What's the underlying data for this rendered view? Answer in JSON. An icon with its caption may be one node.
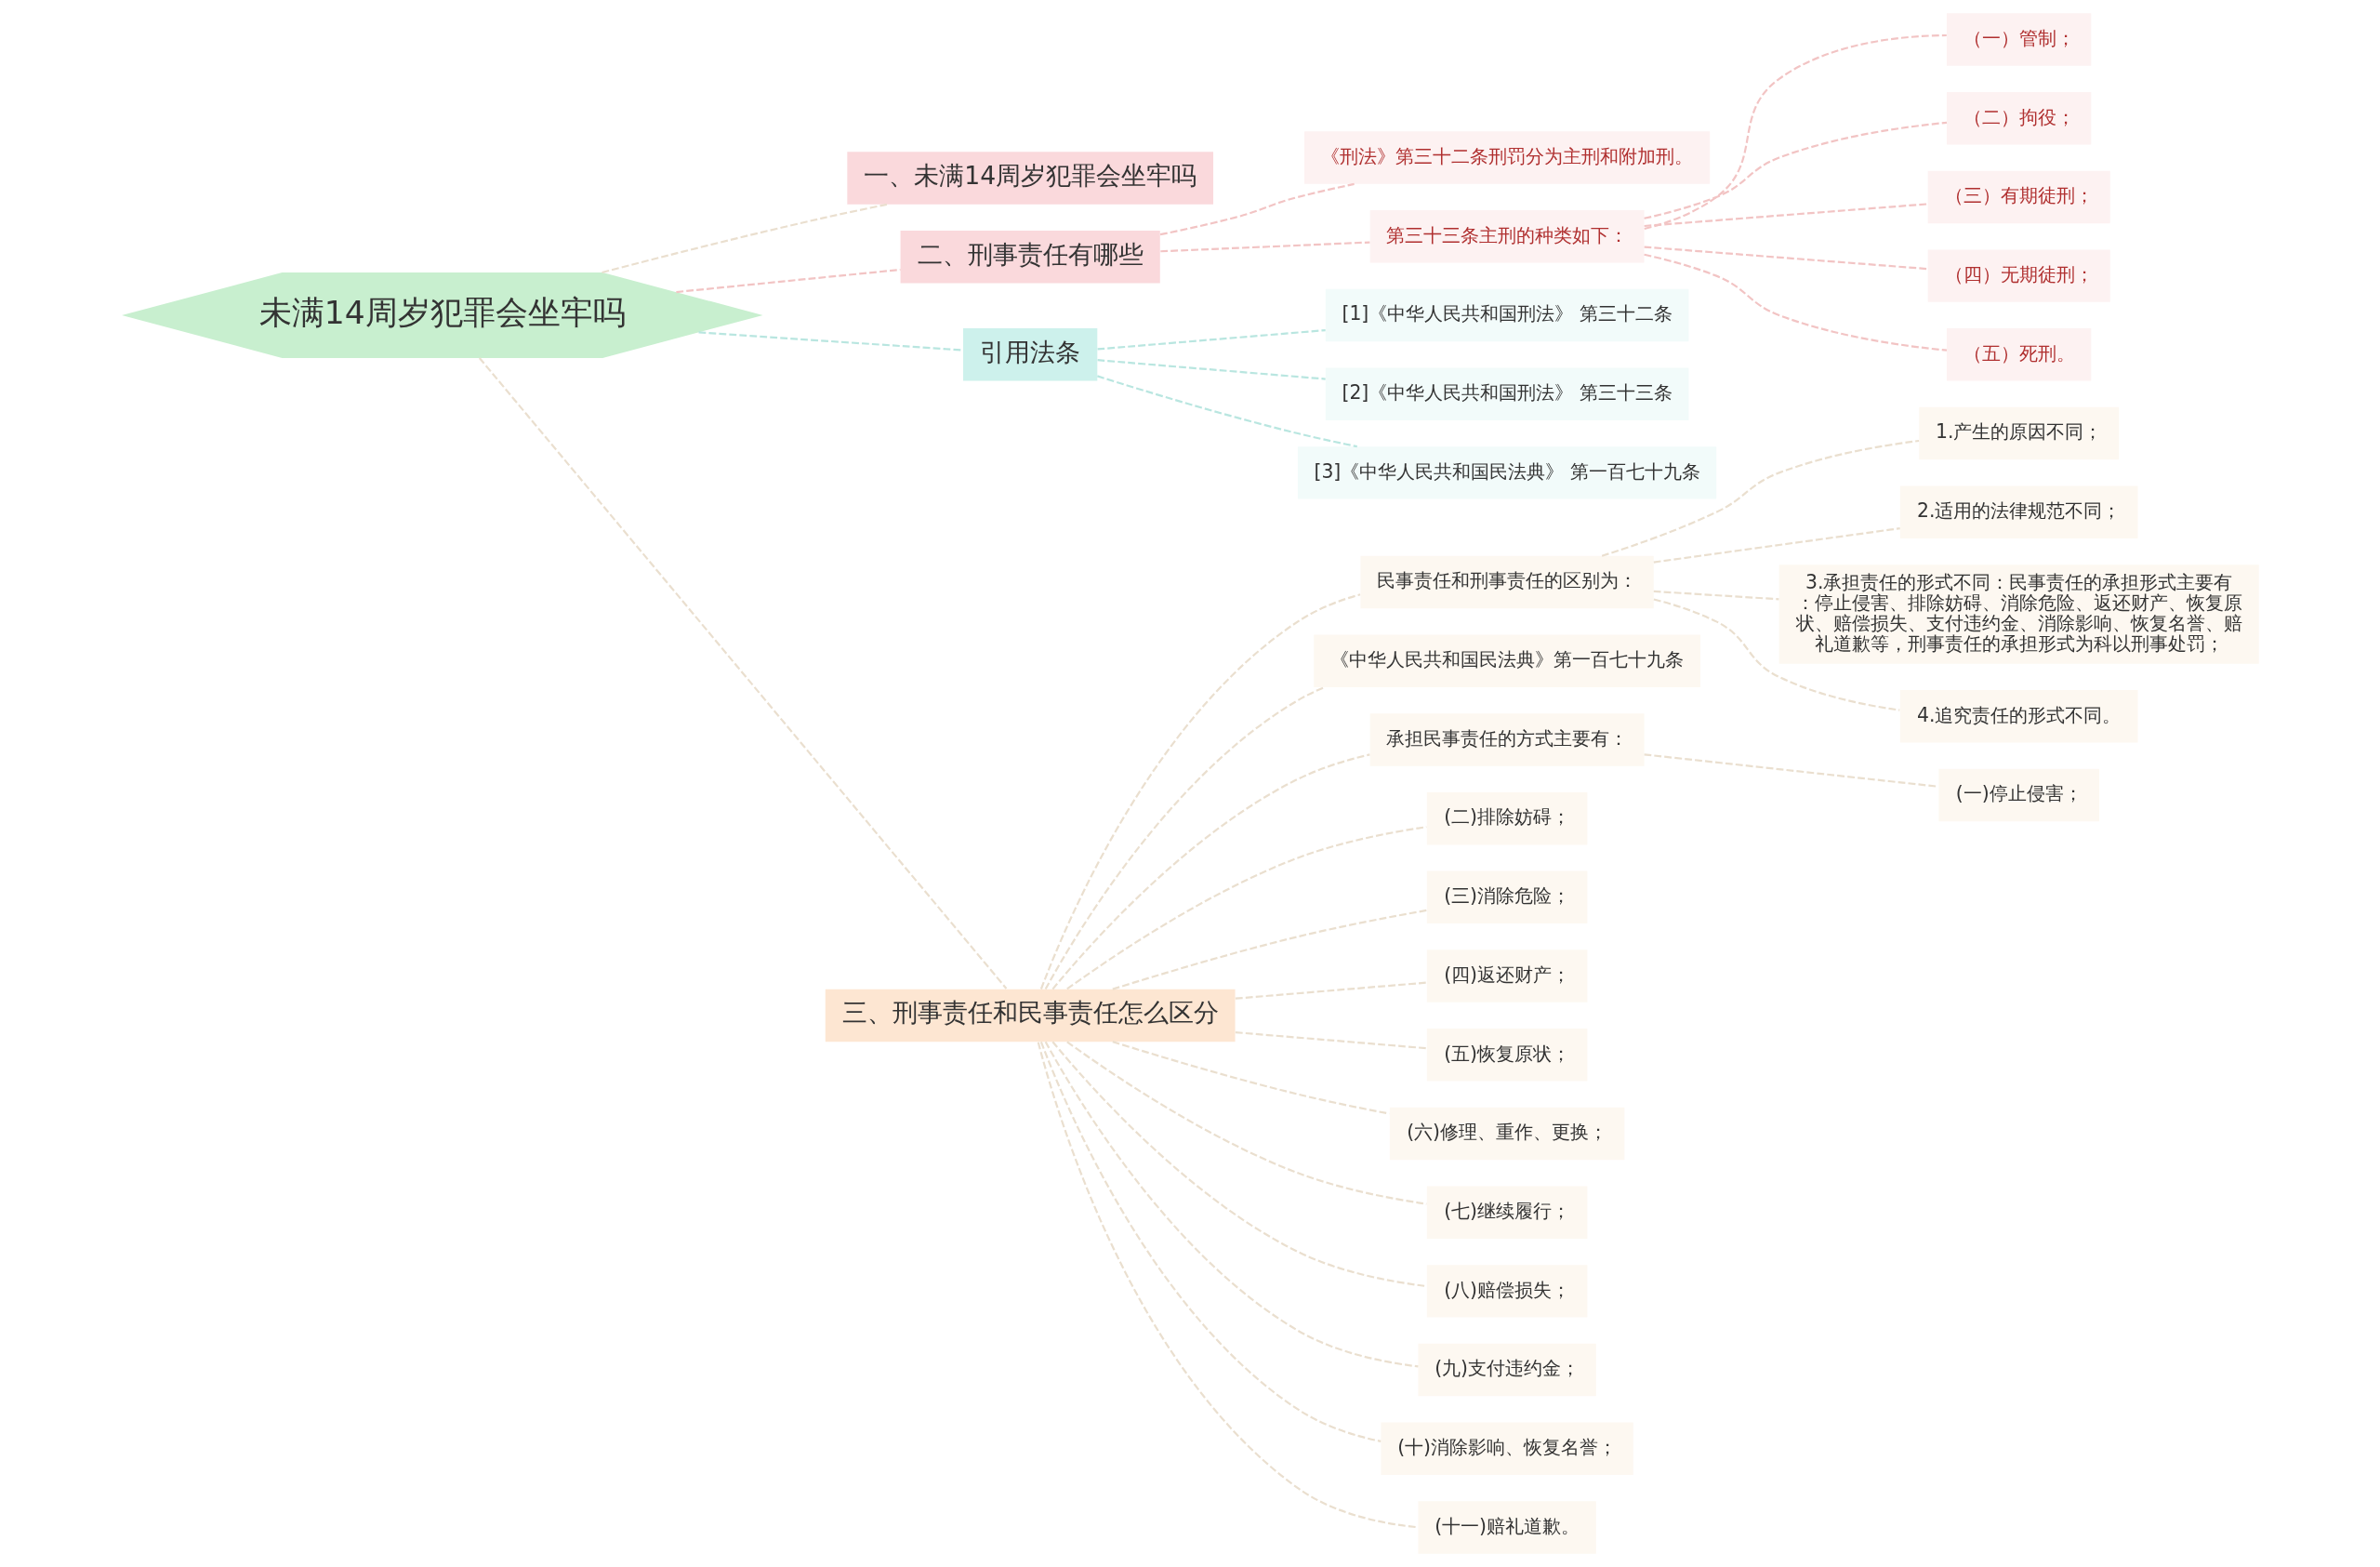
{
  "diagram": {
    "nodes": [
      {
        "text": [
          "未满14周岁犯罪会坐牢吗"
        ]
      },
      {
        "text": [
          "一、未满14周岁犯罪会坐牢吗"
        ]
      },
      {
        "text": [
          "二、刑事责任有哪些"
        ]
      },
      {
        "text": [
          "《刑法》第三十二条刑罚分为主刑和附加刑。"
        ]
      },
      {
        "text": [
          "第三十三条主刑的种类如下："
        ]
      },
      {
        "text": [
          "（一）管制；"
        ]
      },
      {
        "text": [
          "（二）拘役；"
        ]
      },
      {
        "text": [
          "（三）有期徒刑；"
        ]
      },
      {
        "text": [
          "（四）无期徒刑；"
        ]
      },
      {
        "text": [
          "（五）死刑。"
        ]
      },
      {
        "text": [
          "引用法条"
        ]
      },
      {
        "text": [
          "[1]《中华人民共和国刑法》 第三十二条"
        ]
      },
      {
        "text": [
          "[2]《中华人民共和国刑法》 第三十三条"
        ]
      },
      {
        "text": [
          "[3]《中华人民共和国民法典》 第一百七十九条"
        ]
      },
      {
        "text": [
          "三、刑事责任和民事责任怎么区分"
        ]
      },
      {
        "text": [
          "民事责任和刑事责任的区别为："
        ]
      },
      {
        "text": [
          "1.产生的原因不同；"
        ]
      },
      {
        "text": [
          "2.适用的法律规范不同；"
        ]
      },
      {
        "text": [
          "3.承担责任的形式不同：民事责任的承担形式主要有：停止侵害、排除妨碍、消除危险、返还财产、恢复原状、赔偿损失、支付违约金、消除影响、恢复名誉、赔礼道歉等，刑事责任的承担形式为科以刑事处罚；"
        ]
      },
      {
        "text": [
          "4.追究责任的形式不同。"
        ]
      },
      {
        "text": [
          "《中华人民共和国民法典》第一百七十九条"
        ]
      },
      {
        "text": [
          "承担民事责任的方式主要有："
        ]
      },
      {
        "text": [
          "(一)停止侵害；"
        ]
      },
      {
        "text": [
          "(二)排除妨碍；"
        ]
      },
      {
        "text": [
          "(三)消除危险；"
        ]
      },
      {
        "text": [
          "(四)返还财产；"
        ]
      },
      {
        "text": [
          "(五)恢复原状；"
        ]
      },
      {
        "text": [
          "(六)修理、重作、更换；"
        ]
      },
      {
        "text": [
          "(七)继续履行；"
        ]
      },
      {
        "text": [
          "(八)赔偿损失；"
        ]
      },
      {
        "text": [
          "(九)支付违约金；"
        ]
      },
      {
        "text": [
          "(十)消除影响、恢复名誉；"
        ]
      },
      {
        "text": [
          "(十一)赔礼道歉。"
        ]
      }
    ],
    "edges": [
      {
        "from": 0,
        "to": 1,
        "arrow": "none",
        "style": "dashed"
      },
      {
        "from": 0,
        "to": 2,
        "arrow": "none",
        "style": "dashed",
        "color": "#f2c4c4"
      },
      {
        "from": 2,
        "to": 3,
        "arrow": "none",
        "style": "dashed",
        "color": "#f2c4c4"
      },
      {
        "from": 2,
        "to": 4,
        "arrow": "none",
        "style": "dashed",
        "color": "#f2c4c4"
      },
      {
        "from": 4,
        "to": 5,
        "arrow": "none",
        "style": "dashed",
        "color": "#f2c4c4"
      },
      {
        "from": 4,
        "to": 6,
        "arrow": "none",
        "style": "dashed",
        "color": "#f2c4c4"
      },
      {
        "from": 4,
        "to": 7,
        "arrow": "none",
        "style": "dashed",
        "color": "#f2c4c4"
      },
      {
        "from": 4,
        "to": 8,
        "arrow": "none",
        "style": "dashed",
        "color": "#f2c4c4"
      },
      {
        "from": 4,
        "to": 9,
        "arrow": "none",
        "style": "dashed",
        "color": "#f2c4c4"
      },
      {
        "from": 0,
        "to": 10,
        "arrow": "none",
        "style": "dashed",
        "color": "#b9e6e0"
      },
      {
        "from": 10,
        "to": 11,
        "arrow": "none",
        "style": "dashed",
        "color": "#b9e6e0"
      },
      {
        "from": 10,
        "to": 12,
        "arrow": "none",
        "style": "dashed",
        "color": "#b9e6e0"
      },
      {
        "from": 10,
        "to": 13,
        "arrow": "none",
        "style": "dashed",
        "color": "#b9e6e0"
      },
      {
        "from": 0,
        "to": 14,
        "arrow": "none",
        "style": "dashed"
      },
      {
        "from": 14,
        "to": 15,
        "arrow": "none",
        "style": "dashed"
      },
      {
        "from": 15,
        "to": 16,
        "arrow": "none",
        "style": "dashed"
      },
      {
        "from": 15,
        "to": 17,
        "arrow": "none",
        "style": "dashed"
      },
      {
        "from": 15,
        "to": 18,
        "arrow": "none",
        "style": "dashed"
      },
      {
        "from": 15,
        "to": 19,
        "arrow": "none",
        "style": "dashed"
      },
      {
        "from": 14,
        "to": 20,
        "arrow": "none",
        "style": "dashed"
      },
      {
        "from": 14,
        "to": 21,
        "arrow": "none",
        "style": "dashed"
      },
      {
        "from": 21,
        "to": 22,
        "arrow": "none",
        "style": "dashed"
      },
      {
        "from": 14,
        "to": 23,
        "arrow": "none",
        "style": "dashed"
      },
      {
        "from": 14,
        "to": 24,
        "arrow": "none",
        "style": "dashed"
      },
      {
        "from": 14,
        "to": 25,
        "arrow": "none",
        "style": "dashed"
      },
      {
        "from": 14,
        "to": 26,
        "arrow": "none",
        "style": "dashed"
      },
      {
        "from": 14,
        "to": 27,
        "arrow": "none",
        "style": "dashed"
      },
      {
        "from": 14,
        "to": 28,
        "arrow": "none",
        "style": "dashed"
      },
      {
        "from": 14,
        "to": 29,
        "arrow": "none",
        "style": "dashed"
      },
      {
        "from": 14,
        "to": 30,
        "arrow": "none",
        "style": "dashed"
      },
      {
        "from": 14,
        "to": 31,
        "arrow": "none",
        "style": "dashed"
      },
      {
        "from": 14,
        "to": 32,
        "arrow": "none",
        "style": "dashed"
      }
    ]
  }
}
